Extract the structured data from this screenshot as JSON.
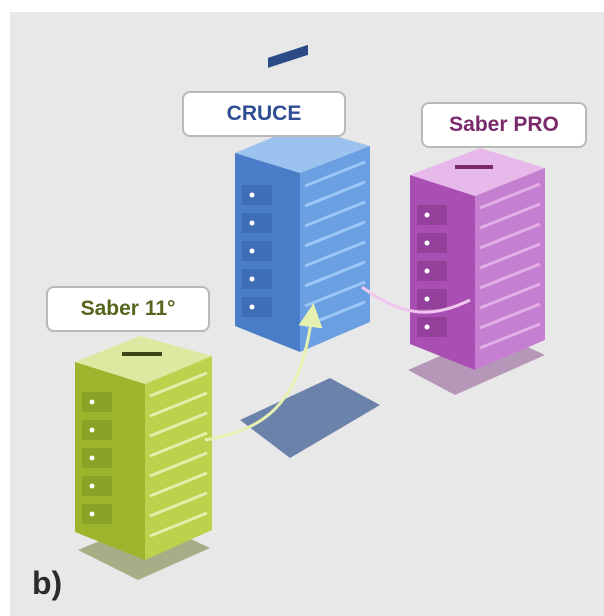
{
  "nodes": {
    "cruce": {
      "label": "CRUCE",
      "color": "#2f4d93"
    },
    "saber_pro": {
      "label": "Saber PRO",
      "color": "#7a2a6a"
    },
    "saber_11": {
      "label": "Saber 11°",
      "color": "#55661e"
    }
  },
  "panel_letter": "b)",
  "colors": {
    "background": "#e8e8e8",
    "blue_server": "#5b8fd6",
    "purple_server": "#c06ac8",
    "green_server": "#b8cf48",
    "shadow": "#6a7fa6"
  }
}
